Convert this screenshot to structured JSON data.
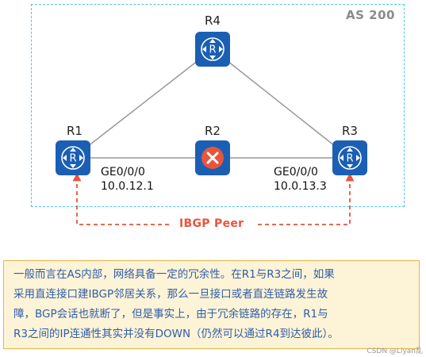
{
  "as_label": "AS 200",
  "routers": {
    "r1": {
      "name": "R1",
      "status": "normal"
    },
    "r2": {
      "name": "R2",
      "status": "failed"
    },
    "r3": {
      "name": "R3",
      "status": "normal"
    },
    "r4": {
      "name": "R4",
      "status": "normal"
    }
  },
  "interfaces": {
    "r1": {
      "port": "GE0/0/0",
      "ip": "10.0.12.1"
    },
    "r3": {
      "port": "GE0/0/0",
      "ip": "10.0.13.3"
    }
  },
  "peer_label": "IBGP Peer",
  "note": {
    "lines": [
      "一般而言在AS内部，网络具备一定的冗余性。在R1与R3之间，如果",
      "采用直连接口建IBGP邻居关系，那么一旦接口或者直连链路发生故",
      "障，BGP会话也就断了，但是事实上，由于冗余链路的存在，R1与",
      "R3之间的IP连通性其实并没有DOWN（仍然可以通过R4到达彼此）。"
    ]
  },
  "watermark": "CSDN @Liyan乱",
  "colors": {
    "router_fill": "#1a5fb4",
    "failed_fill": "#e8553a",
    "peer_line": "#e8553a",
    "as_border": "#4fc3e8",
    "link": "#9a9a9a",
    "note_bg": "#fdf3d7",
    "note_border": "#e7b44a",
    "note_text": "#2f5ea8"
  },
  "icons": {
    "router": "router-icon",
    "failed": "failure-x-icon"
  }
}
